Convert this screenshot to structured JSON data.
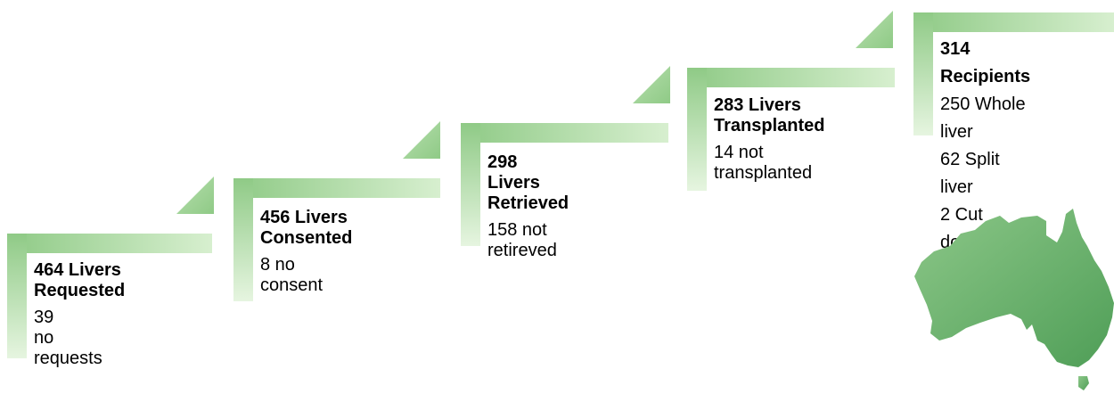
{
  "colors": {
    "bracket_dark": "#8fca86",
    "bracket_light": "#d7efcf",
    "map_dark": "#4f9e57",
    "map_light": "#8cc788"
  },
  "steps": [
    {
      "title_line1": "464 Livers",
      "title_line2": "Requested",
      "detail": [
        "39",
        "no requests"
      ]
    },
    {
      "title_line1": "456 Livers",
      "title_line2": "Consented",
      "detail": [
        "8 no consent"
      ]
    },
    {
      "title_line1": "298 Livers",
      "title_line2": "Retrieved",
      "detail": [
        "158 not retireved"
      ]
    },
    {
      "title_line1": "283 Livers",
      "title_line2": "Transplanted",
      "detail": [
        "14 not",
        "transplanted"
      ]
    },
    {
      "title_line1": "314 Recipients",
      "detail": [
        "250 Whole liver",
        "62 Split liver",
        "2 Cut down liver"
      ]
    }
  ],
  "map_icon": "australia-map-icon"
}
